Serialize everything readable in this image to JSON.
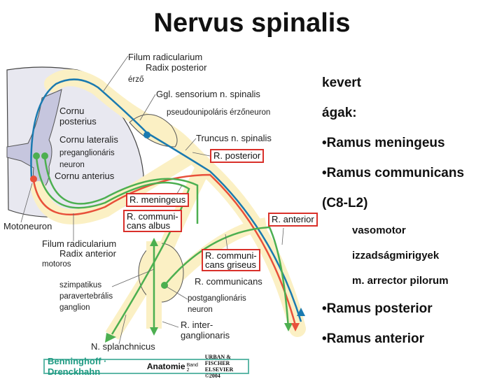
{
  "title": "Nervus spinalis",
  "colors": {
    "sensory": "#1a7ab0",
    "motor": "#e8503a",
    "autonomic": "#4caf50",
    "nerve": "#fbf0c4",
    "highlight_box": "#d9302a"
  },
  "diagram": {
    "labels": {
      "filum_post": "Filum radicularium",
      "radix_post": "Radix posterior",
      "erzo": "érző",
      "ggl": "Ggl. sensorium n. spinalis",
      "pseudo": "pseudounipoláris érzőneuron",
      "cornu_post_1": "Cornu",
      "cornu_post_2": "posterius",
      "truncus": "Truncus n. spinalis",
      "cornu_lat": "Cornu lateralis",
      "pregang": "preganglionáris",
      "pregang_neuron": "neuron",
      "cornu_ant": "Cornu anterius",
      "motoneuron": "Motoneuron",
      "filum_ant": "Filum radicularium",
      "radix_ant": "Radix anterior",
      "motoros": "motoros",
      "r_communicans": "R. communicans",
      "szimp": "szimpatikus",
      "paravert": "paravertebrális",
      "ganglion": "ganglion",
      "postgang": "postganglionáris",
      "postgang_neuron": "neuron",
      "r_inter_1": "R. inter-",
      "r_inter_2": "ganglionaris",
      "splanch": "N. splanchnicus"
    },
    "boxes": {
      "r_posterior": "R. posterior",
      "r_meningeus": "R. meningeus",
      "r_albus_1": "R. communi-",
      "r_albus_2": "cans albus",
      "r_anterior": "R. anterior",
      "r_griseus_1": "R. communi-",
      "r_griseus_2": "cans griseus"
    },
    "footer": {
      "authors": "Benninghoff · Drenckhahn",
      "book": "Anatomie",
      "band": "Band 2",
      "publisher_1": "URBAN & FISCHER",
      "publisher_2": "ELSEVIER ©2004"
    }
  },
  "notes": {
    "l1": "kevert",
    "l2": "ágak:",
    "l3": "•Ramus meningeus",
    "l4": "•Ramus communicans",
    "l5": "(C8-L2)",
    "s1": "vasomotor",
    "s2": "izzadságmirigyek",
    "s3": "m. arrector pilorum",
    "l6": "•Ramus posterior",
    "l7": "•Ramus anterior"
  }
}
